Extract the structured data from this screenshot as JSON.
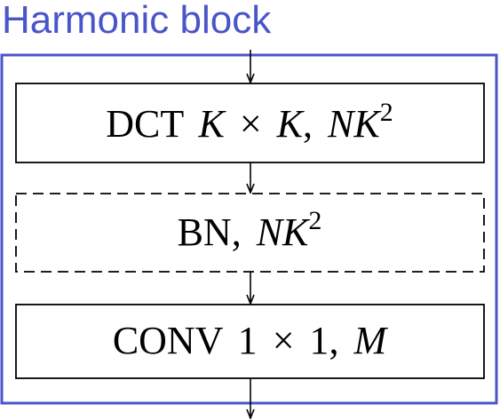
{
  "title": "Harmonic block",
  "colors": {
    "block_outline": "#4a55c8",
    "title": "#4a55c8",
    "stroke": "#000000"
  },
  "layers": [
    {
      "id": "dct",
      "prefix": "DCT",
      "style": "solid",
      "math": "K × K, NK²"
    },
    {
      "id": "bn",
      "prefix": "BN",
      "style": "dashed",
      "math": "NK²"
    },
    {
      "id": "conv",
      "prefix": "CONV",
      "style": "solid",
      "math": "1 × 1, M"
    }
  ]
}
